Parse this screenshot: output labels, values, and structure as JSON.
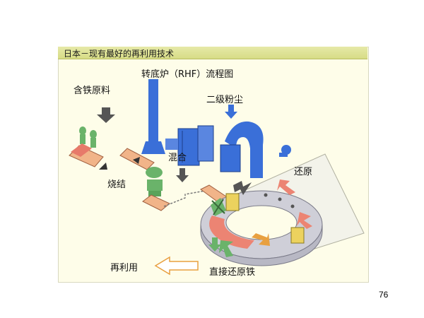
{
  "banner": {
    "title": "日本－现有最好的再利用技术"
  },
  "diagram": {
    "title": "转底炉（RHF）流程图",
    "labels": {
      "raw_material": "含铁原料",
      "secondary_dust": "二级粉尘",
      "mixing": "混合",
      "sintering": "烧结",
      "reduction": "还原",
      "reuse": "再利用",
      "dri": "直接还原铁"
    }
  },
  "footer": {
    "page_number": "76"
  },
  "colors": {
    "equipment_blue": "#3a6fd8",
    "hearth_salmon": "#ec8473",
    "hearth_grey": "#cfcfd8",
    "conveyor_orange": "#f1b489",
    "mixer_green": "#6ab36a",
    "door_yellow": "#ecd25e"
  }
}
